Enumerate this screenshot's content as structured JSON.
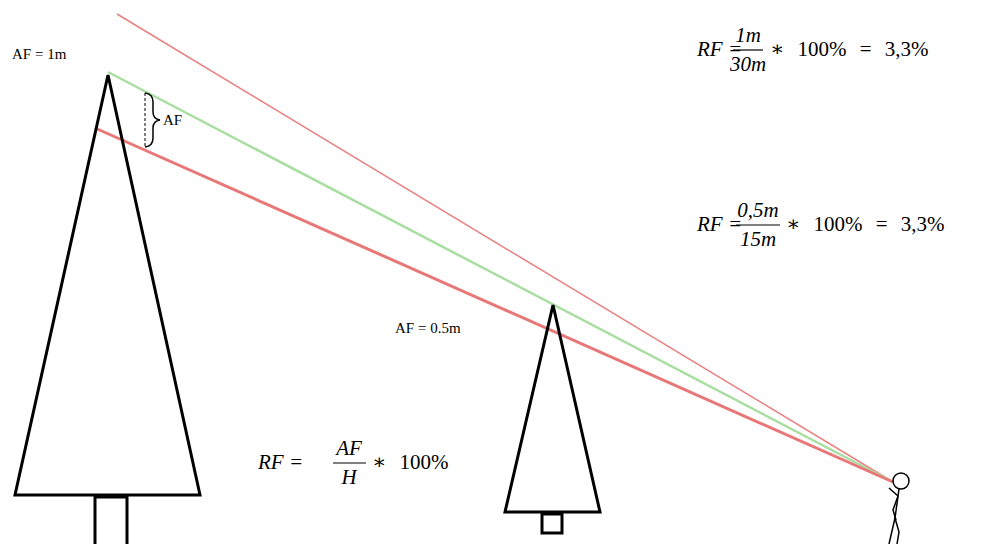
{
  "diagram": {
    "labels": [
      "AF = 1m",
      "AF",
      "AF = 0.5m",
      "RF =",
      "1m",
      "30m",
      "∗ 100% = 3,3%",
      "RF =",
      "0,5m",
      "15m",
      "∗ 100% = 3,3%",
      "RF =",
      "AF",
      "H",
      "∗ 100%"
    ]
  }
}
